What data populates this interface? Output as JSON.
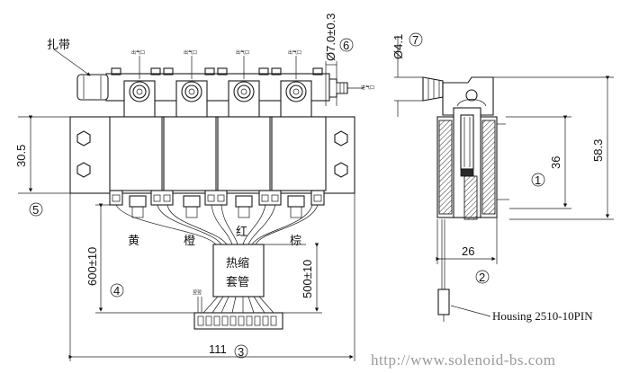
{
  "labels": {
    "strap": "扎带",
    "color_yellow": "黄",
    "color_orange": "橙",
    "color_red": "红",
    "color_brown": "棕",
    "sleeve_line1": "热缩",
    "sleeve_line2": "套管",
    "port_label": "出气口",
    "inlet_label": "进气口",
    "pin_mark": "翌翌",
    "housing": "Housing 2510-10PIN",
    "watermark": "http://www.solenoid-bs.com"
  },
  "dimensions": {
    "height_30_5": "30.5",
    "length_600": "600±10",
    "length_500": "500±10",
    "width_111": "111",
    "dia_7": "Ø7.0±0.3",
    "dia_4_1": "Ø4.1",
    "h_36": "36",
    "h_58_3": "58.3",
    "w_26": "26"
  },
  "callouts": [
    "1",
    "2",
    "3",
    "4",
    "5",
    "6",
    "7"
  ]
}
